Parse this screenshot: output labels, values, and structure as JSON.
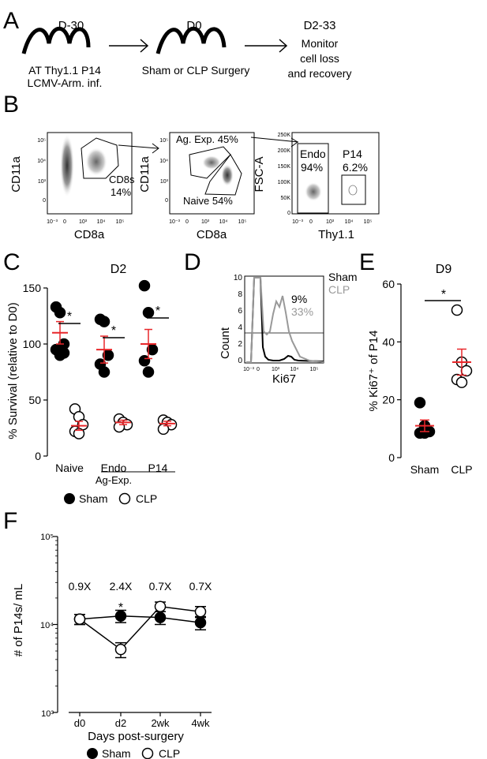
{
  "panels": {
    "A": {
      "letter": "A",
      "steps": [
        {
          "day": "D-30",
          "lines": [
            "AT Thy1.1 P14",
            "LCMV-Arm. inf."
          ]
        },
        {
          "day": "D0",
          "lines": [
            "Sham or CLP Surgery"
          ]
        },
        {
          "day": "D2-33",
          "lines": [
            "Monitor",
            "cell loss",
            "and recovery"
          ]
        }
      ]
    },
    "B": {
      "letter": "B",
      "plot1": {
        "ylabel": "CD11a",
        "xlabel": "CD8a",
        "gate_label": "CD8s",
        "gate_pct": "14%"
      },
      "plot2": {
        "ylabel": "CD11a",
        "xlabel": "CD8a",
        "gate1": "Ag. Exp. 45%",
        "gate2": "Naive 54%"
      },
      "plot3": {
        "ylabel": "FSC-A",
        "xlabel": "Thy1.1",
        "gate1_name": "Endo",
        "gate1_pct": "94%",
        "gate2_name": "P14",
        "gate2_pct": "6.2%",
        "yticks": [
          "250K",
          "200K",
          "150K",
          "100K",
          "50K",
          "0"
        ]
      },
      "xticks": [
        "10⁻³",
        "0",
        "10³",
        "10⁴",
        "10⁵"
      ],
      "yticks": [
        "10⁵",
        "10⁴",
        "10³",
        "0"
      ]
    },
    "C": {
      "letter": "C"
    },
    "D": {
      "letter": "D",
      "ylabel": "Count",
      "xlabel": "Ki67",
      "yticks": [
        "10",
        "8",
        "6",
        "4",
        "2",
        "0"
      ],
      "xticks": [
        "10⁻³",
        "0",
        "10³",
        "10⁴",
        "10⁵"
      ],
      "legend": [
        {
          "name": "Sham",
          "pct": "9%",
          "color": "#000000"
        },
        {
          "name": "CLP",
          "pct": "33%",
          "color": "#999999"
        }
      ]
    },
    "E": {
      "letter": "E"
    },
    "F": {
      "letter": "F"
    }
  },
  "chart_data": [
    {
      "panel": "C",
      "type": "scatter",
      "title": "D2",
      "ylabel": "% Survival (relative to D0)",
      "ylim": [
        0,
        150
      ],
      "yticks": [
        0,
        50,
        100,
        150
      ],
      "categories": [
        "Naive",
        "Endo",
        "P14"
      ],
      "group_label": "Ag-Exp.",
      "series": [
        {
          "name": "Sham",
          "marker": "filled",
          "values": [
            [
              133,
              128,
              100,
              95,
              90,
              92
            ],
            [
              122,
              120,
              90,
              82,
              75
            ],
            [
              152,
              128,
              95,
              85,
              75
            ]
          ],
          "mean": [
            110,
            95,
            100
          ],
          "sem": [
            10,
            12,
            13
          ]
        },
        {
          "name": "CLP",
          "marker": "open",
          "values": [
            [
              42,
              35,
              28,
              22,
              20
            ],
            [
              33,
              30,
              28,
              26
            ],
            [
              32,
              30,
              28,
              24
            ]
          ],
          "mean": [
            27,
            30,
            29
          ],
          "sem": [
            4,
            2,
            2
          ]
        }
      ],
      "significance": [
        "*",
        "*",
        "*"
      ],
      "mean_color": "#e8272a"
    },
    {
      "panel": "E",
      "type": "scatter",
      "title": "D9",
      "ylabel": "% Ki67⁺ of P14",
      "ylim": [
        0,
        60
      ],
      "yticks": [
        0,
        20,
        40,
        60
      ],
      "categories": [
        "Sham",
        "CLP"
      ],
      "series": [
        {
          "name": "Sham",
          "marker": "filled",
          "values": [
            19,
            11,
            9,
            8.5,
            8.5
          ],
          "mean": 11,
          "sem": 2
        },
        {
          "name": "CLP",
          "marker": "open",
          "values": [
            51,
            33,
            30,
            27,
            26
          ],
          "mean": 33,
          "sem": 4.5
        }
      ],
      "significance": "*",
      "mean_color": "#e8272a"
    },
    {
      "panel": "F",
      "type": "line",
      "ylabel": "# of P14s/ mL",
      "xlabel": "Days post-surgery",
      "yscale": "log",
      "ylim": [
        1000,
        100000
      ],
      "yticks": [
        "10³",
        "10⁴",
        "10⁵"
      ],
      "categories": [
        "d0",
        "d2",
        "2wk",
        "4wk"
      ],
      "series": [
        {
          "name": "Sham",
          "marker": "filled",
          "values": [
            11500,
            12500,
            12000,
            10500
          ],
          "err": [
            1500,
            2000,
            2000,
            1800
          ]
        },
        {
          "name": "CLP",
          "marker": "open",
          "values": [
            11500,
            5200,
            16000,
            14000
          ],
          "err": [
            1500,
            1000,
            2000,
            2000
          ]
        }
      ],
      "fold_labels": [
        "0.9X",
        "2.4X",
        "0.7X",
        "0.7X"
      ],
      "significance": [
        "",
        "*",
        "",
        ""
      ]
    }
  ],
  "legend": {
    "sham": "Sham",
    "clp": "CLP"
  }
}
